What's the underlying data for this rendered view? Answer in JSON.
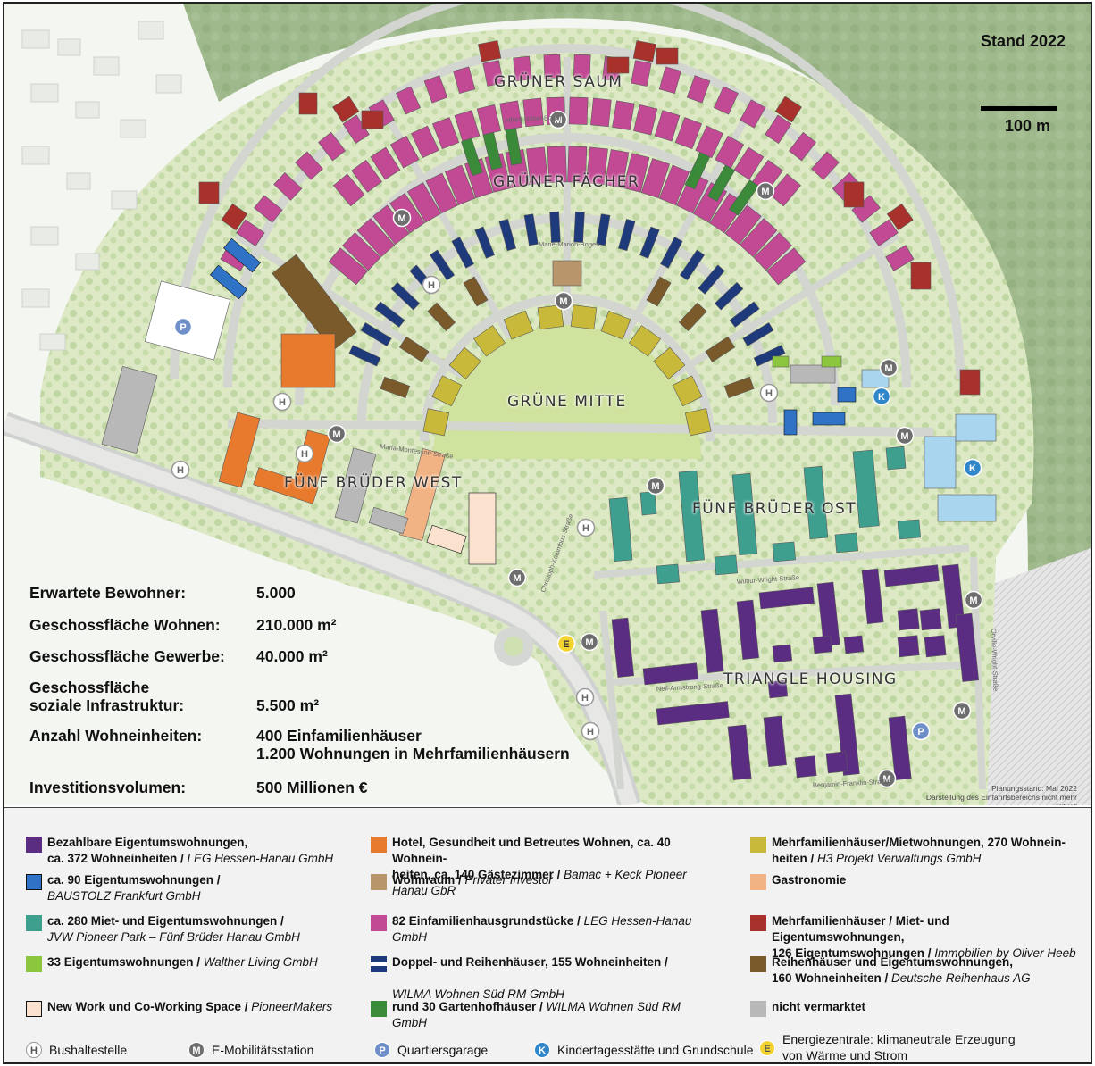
{
  "header": {
    "stand": "Stand 2022",
    "scale_label": "100 m"
  },
  "quarters": {
    "gruener_saum": "GRÜNER SAUM",
    "gruener_faecher": "GRÜNER FÄCHER",
    "gruene_mitte": "GRÜNE MITTE",
    "fuenf_brueder_west": "FÜNF BRÜDER WEST",
    "fuenf_brueder_ost": "FÜNF BRÜDER OST",
    "triangle_housing": "TRIANGLE HOUSING"
  },
  "streets": {
    "alfred_nobel": "Alfred-Nobel-Bogen",
    "marie_marion": "Marie-Marion-Bogen",
    "maria_montessori": "Maria-Montessori-Straße",
    "christoph_kolumbus": "Christoph-Kolumbus-Straße",
    "wilbur_wright": "Wilbur-Wright-Straße",
    "neil_armstrong": "Neil-Armstrong-Straße",
    "benjamin_franklin": "Benjamin-Franklin-Straße",
    "orville_wright": "Orville-Wright-Straße"
  },
  "map_note": {
    "line1": "Planungsstand: Mai 2022",
    "line2": "Darstellung des Einfahrtsbereichs nicht mehr aktuell"
  },
  "stats": [
    {
      "label": "Erwartete Bewohner:",
      "value": "5.000"
    },
    {
      "label": "Geschossfläche Wohnen:",
      "value": "210.000 m²"
    },
    {
      "label": "Geschossfläche Gewerbe:",
      "value": "40.000 m²"
    },
    {
      "label": "Geschossfläche",
      "label2": "soziale Infrastruktur:",
      "value": "5.500 m²"
    },
    {
      "label": "Anzahl Wohneinheiten:",
      "value": "400 Einfamilienhäuser",
      "value2": "1.200 Wohnungen in Mehrfamilienhäusern"
    },
    {
      "label": "Investitionsvolumen:",
      "value": "500 Millionen €"
    }
  ],
  "legend": {
    "col1": [
      {
        "bold": "Bezahlbare Eigentumswohnungen,",
        "bold2": "ca. 372 Wohneinheiten",
        "italic": "LEG Hessen-Hanau GmbH",
        "color": "#5a2d82"
      },
      {
        "bold": "ca. 90 Eigentumswohnungen",
        "italic": "BAUSTOLZ Frankfurt GmbH",
        "color": "#2f73c6"
      },
      {
        "bold": "ca. 280 Miet- und Eigentumswohnungen",
        "italic": "JVW Pioneer Park – Fünf Brüder Hanau GmbH",
        "color": "#3f9f8f"
      },
      {
        "bold": "33 Eigentumswohnungen",
        "italic": "Walther Living GmbH",
        "color": "#8cc63f"
      },
      {
        "bold": "New Work und Co-Working Space",
        "italic": "PioneerMakers",
        "color": "#fbe2cf"
      }
    ],
    "col2": [
      {
        "bold": "Hotel, Gesundheit und Betreutes Wohnen, ca. 40 Wohnein-",
        "bold2": "heiten, ca. 140 Gästezimmer",
        "italic": "Bamac + Keck Pioneer Hanau GbR",
        "color": "#e87a2e"
      },
      {
        "bold": "Wohnraum",
        "italic": "Privater Investor",
        "color": "#b8956a"
      },
      {
        "bold": "82 Einfamilienhausgrundstücke",
        "italic": "LEG Hessen-Hanau GmbH",
        "color": "#c24a94"
      },
      {
        "bold": "Doppel- und Reihenhäuser, 155 Wohneinheiten",
        "italic": "WILMA Wohnen Süd RM GmbH",
        "color": "#1f3a7a"
      },
      {
        "bold": "rund 30 Gartenhofhäuser",
        "italic": "WILMA Wohnen Süd RM GmbH",
        "color": "#3a8a3a"
      }
    ],
    "col3": [
      {
        "bold": "Mehrfamilienhäuser/Mietwohnungen, 270 Wohnein-",
        "bold2": "heiten",
        "italic": "H3 Projekt Verwaltungs GmbH",
        "color": "#c9b93a"
      },
      {
        "bold": "Gastronomie",
        "italic": "",
        "color": "#f2b384"
      },
      {
        "bold": "Mehrfamilienhäuser / Miet- und Eigentumswohnungen,",
        "bold2": "126 Eigentumswohnungen",
        "italic": "Immobilien by Oliver Heeb",
        "color": "#a8322b"
      },
      {
        "bold": "Reihenhäuser und Eigentumswohnungen,",
        "bold2": "160 Wohneinheiten",
        "italic": "Deutsche Reihenhaus AG",
        "color": "#7a5a2a"
      },
      {
        "bold": "nicht vermarktet",
        "italic": "",
        "color": "#b8b8b8"
      }
    ]
  },
  "symbols": [
    {
      "glyph": "H",
      "label": "Bushaltestelle",
      "color": "#ffffff"
    },
    {
      "glyph": "M",
      "label": "E-Mobilitätsstation",
      "color": "#6e6e6e"
    },
    {
      "glyph": "P",
      "label": "Quartiersgarage",
      "color": "#6f8fc9"
    },
    {
      "glyph": "K",
      "label": "Kindertagesstätte und Grundschule",
      "color": "#2f86c8"
    },
    {
      "glyph": "E",
      "label": "Energiezentrale: klimaneutrale Erzeugung",
      "label2": "von Wärme und Strom",
      "color": "#f3d331"
    }
  ]
}
